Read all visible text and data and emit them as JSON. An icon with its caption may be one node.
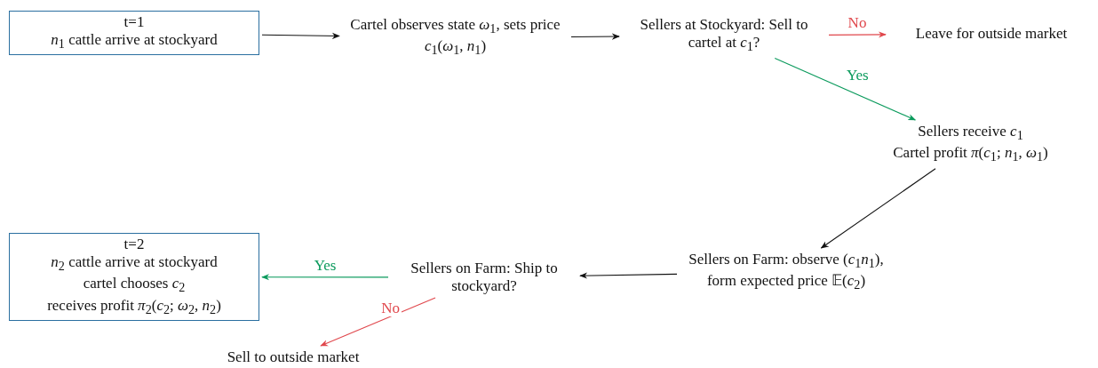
{
  "diagram": {
    "nodes": [
      {
        "text": [
          "t=1",
          "*n*$_{1}$ cattle arrive at stockyard"
        ]
      },
      {
        "text": [
          "Cartel observes state *ω*$_{1}$, sets price *c*$_{1}$(*ω*$_{1}$, *n*$_{1}$)"
        ]
      },
      {
        "text": [
          "Sellers at Stockyard: Sell to cartel at *c*$_{1}$?"
        ]
      },
      {
        "text": [
          "Leave for outside market"
        ]
      },
      {
        "text": [
          "Sellers receive *c*$_{1}$",
          "Cartel profit *π*(*c*$_{1}$; *n*$_{1}$, *ω*$_{1}$)"
        ]
      },
      {
        "text": [
          "Sellers on Farm: observe (*c*$_{1}$*n*$_{1}$), form expected price 𝔼(*c*$_{2}$)"
        ]
      },
      {
        "text": [
          "Sellers on Farm: Ship to stockyard?"
        ]
      },
      {
        "text": [
          "t=2",
          "*n*$_{2}$ cattle arrive at stockyard",
          "cartel chooses *c*$_{2}$",
          "receives profit *π*$_{2}$(*c*$_{2}$; *ω*$_{2}$, *n*$_{2}$)"
        ]
      },
      {
        "text": [
          "Sell to outside market"
        ]
      }
    ],
    "edges": [
      {
        "from": 0,
        "to": 1,
        "arrow": "to"
      },
      {
        "from": 1,
        "to": 2,
        "arrow": "to"
      },
      {
        "from": 2,
        "to": 3,
        "arrow": "to",
        "label": "No",
        "color": "#e0474c"
      },
      {
        "from": 2,
        "to": 4,
        "arrow": "to",
        "label": "Yes",
        "color": "#0a9a5c"
      },
      {
        "from": 4,
        "to": 5,
        "arrow": "to"
      },
      {
        "from": 5,
        "to": 6,
        "arrow": "to"
      },
      {
        "from": 6,
        "to": 7,
        "arrow": "to",
        "label": "Yes",
        "color": "#0a9a5c"
      },
      {
        "from": 6,
        "to": 8,
        "arrow": "to",
        "label": "No",
        "color": "#e0474c"
      }
    ]
  }
}
